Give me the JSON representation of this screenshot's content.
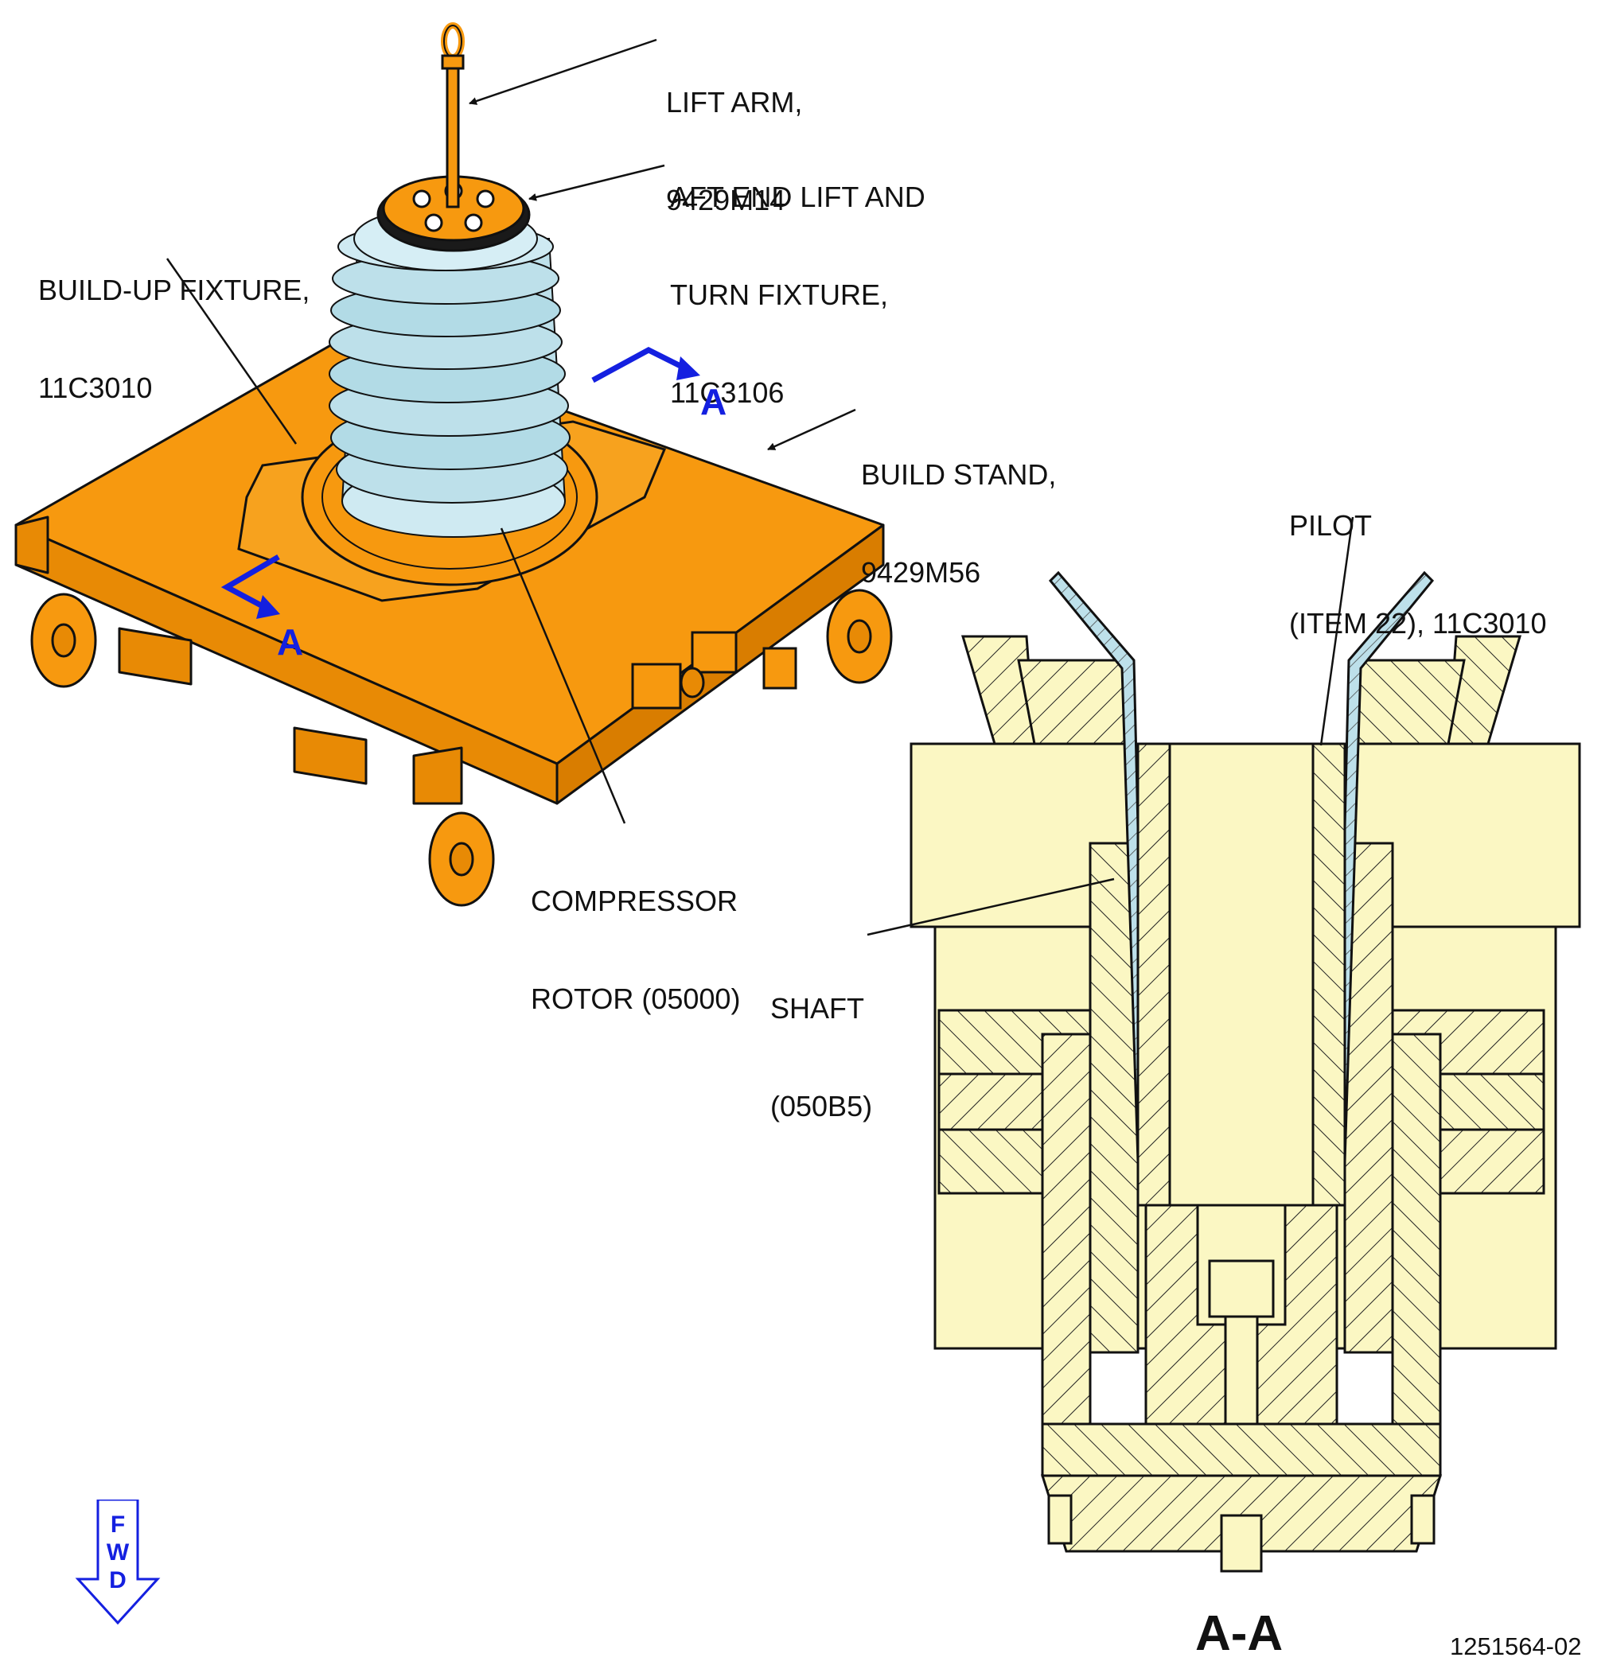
{
  "callouts": {
    "lift_arm": [
      "LIFT ARM,",
      "9429M14"
    ],
    "aft_end_fixture": [
      "AFT END LIFT AND",
      "TURN FIXTURE,",
      "11C3106"
    ],
    "buildup_fixture": [
      "BUILD-UP FIXTURE,",
      "11C3010"
    ],
    "build_stand": [
      "BUILD STAND,",
      "9429M56"
    ],
    "pilot": [
      "PILOT",
      "(ITEM 22), 11C3010"
    ],
    "compressor_rotor": [
      "COMPRESSOR",
      "ROTOR (05000)"
    ],
    "shaft": [
      "SHAFT",
      "(050B5)"
    ]
  },
  "section_markers": {
    "upper": "A",
    "lower": "A"
  },
  "view_title": "A-A",
  "figure_number": "1251564-02",
  "fwd_indicator": {
    "letters": [
      "F",
      "W",
      "D"
    ]
  },
  "colors": {
    "stand_orange": "#f7990f",
    "section_fill": "#fbf7c3",
    "rotor_blue": "#bde0ea",
    "marker_blue": "#1420e0",
    "line": "#111111"
  }
}
